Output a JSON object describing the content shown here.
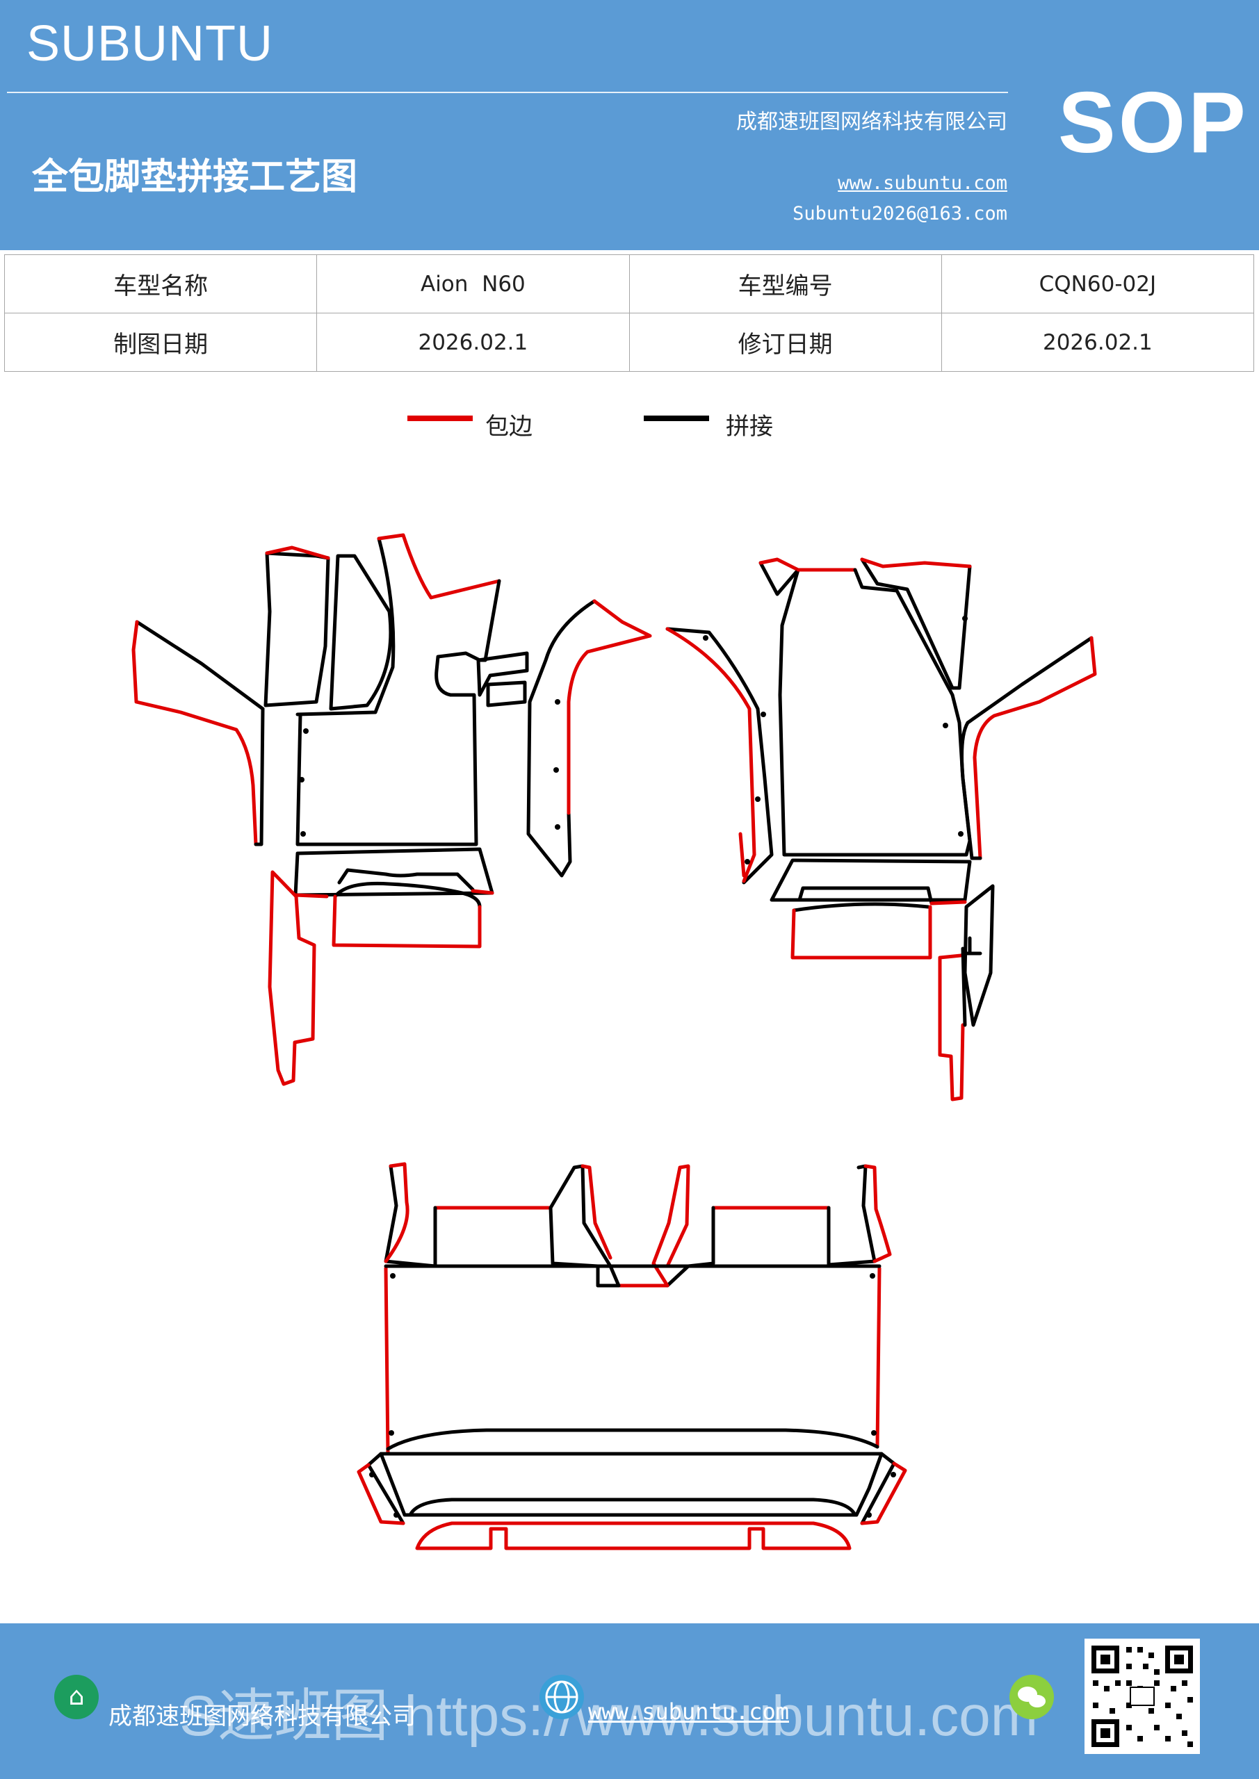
{
  "header": {
    "brand": "SUBUNTU",
    "title": "全包脚垫拼接工艺图",
    "company": "成都速班图网络科技有限公司",
    "website": "www.subuntu.com",
    "email": "Subuntu2026@163.com",
    "badge": "SOP"
  },
  "info": {
    "model_name_label": "车型名称",
    "model_name": "Aion  N60",
    "model_code_label": "车型编号",
    "model_code": "CQN60-02J",
    "draw_date_label": "制图日期",
    "draw_date": "2026.02.1",
    "revise_date_label": "修订日期",
    "revise_date": "2026.02.1"
  },
  "legend": [
    {
      "label": "包边",
      "color": "#e00000"
    },
    {
      "label": "拼接",
      "color": "#000000"
    }
  ],
  "colors": {
    "header_bg": "#5b9bd5",
    "binding_edge": "#e00000",
    "seam_edge": "#000000"
  },
  "footer": {
    "company": "成都速班图网络科技有限公司",
    "website": "www.subuntu.com",
    "watermark": "S速班图 https://www.subuntu.com",
    "icons": [
      "building-icon",
      "globe-icon",
      "wechat-icon",
      "qr-code-icon"
    ]
  }
}
